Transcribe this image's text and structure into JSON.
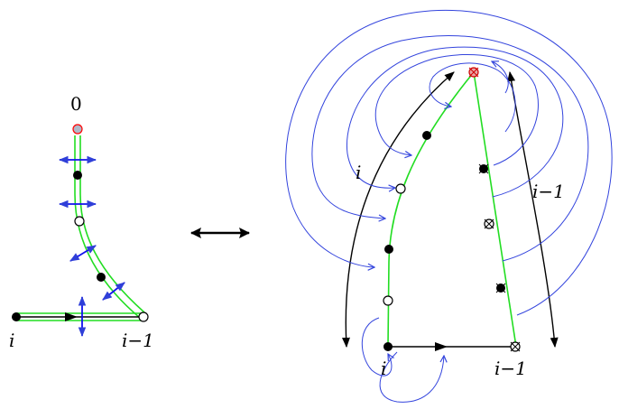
{
  "labels": {
    "left_top_zero": "0",
    "left_i": "i",
    "left_i_minus_1": "i−1",
    "right_i_bottom": "i",
    "right_i_minus_1_bottom": "i−1",
    "right_i_arc": "i",
    "right_i_minus_1_arc": "i−1"
  },
  "colors": {
    "green": "#22dd22",
    "blue": "#0000ff",
    "arrow_blue": "#2f3fd8",
    "black": "#000000",
    "red": "#ff0000"
  }
}
